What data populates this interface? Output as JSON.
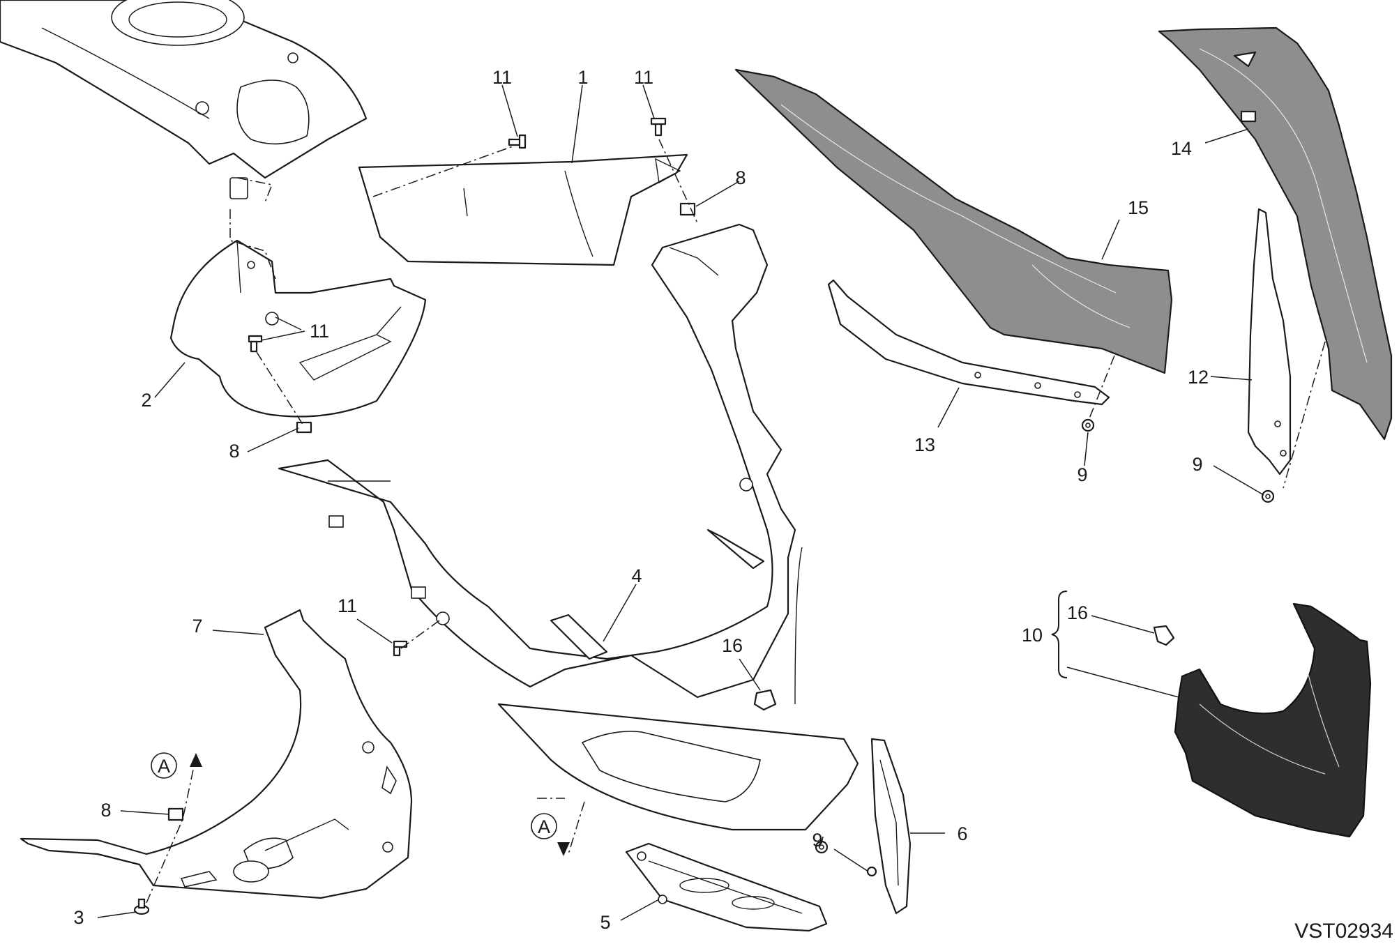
{
  "diagram": {
    "reference_code": "VST02934",
    "callouts": [
      {
        "label": "1"
      },
      {
        "label": "2"
      },
      {
        "label": "3"
      },
      {
        "label": "4"
      },
      {
        "label": "5"
      },
      {
        "label": "6"
      },
      {
        "label": "7"
      },
      {
        "label": "8"
      },
      {
        "label": "8"
      },
      {
        "label": "8"
      },
      {
        "label": "9"
      },
      {
        "label": "9"
      },
      {
        "label": "9"
      },
      {
        "label": "10"
      },
      {
        "label": "11"
      },
      {
        "label": "11"
      },
      {
        "label": "11"
      },
      {
        "label": "11"
      },
      {
        "label": "12"
      },
      {
        "label": "13"
      },
      {
        "label": "14"
      },
      {
        "label": "15"
      },
      {
        "label": "16"
      },
      {
        "label": "16"
      }
    ],
    "view_markers": [
      {
        "label": "A"
      },
      {
        "label": "A"
      }
    ],
    "colors": {
      "line": "#1a1a1a",
      "panel_grey": "#8e8e8e",
      "panel_dark": "#2e2e2e",
      "background": "#ffffff"
    }
  }
}
